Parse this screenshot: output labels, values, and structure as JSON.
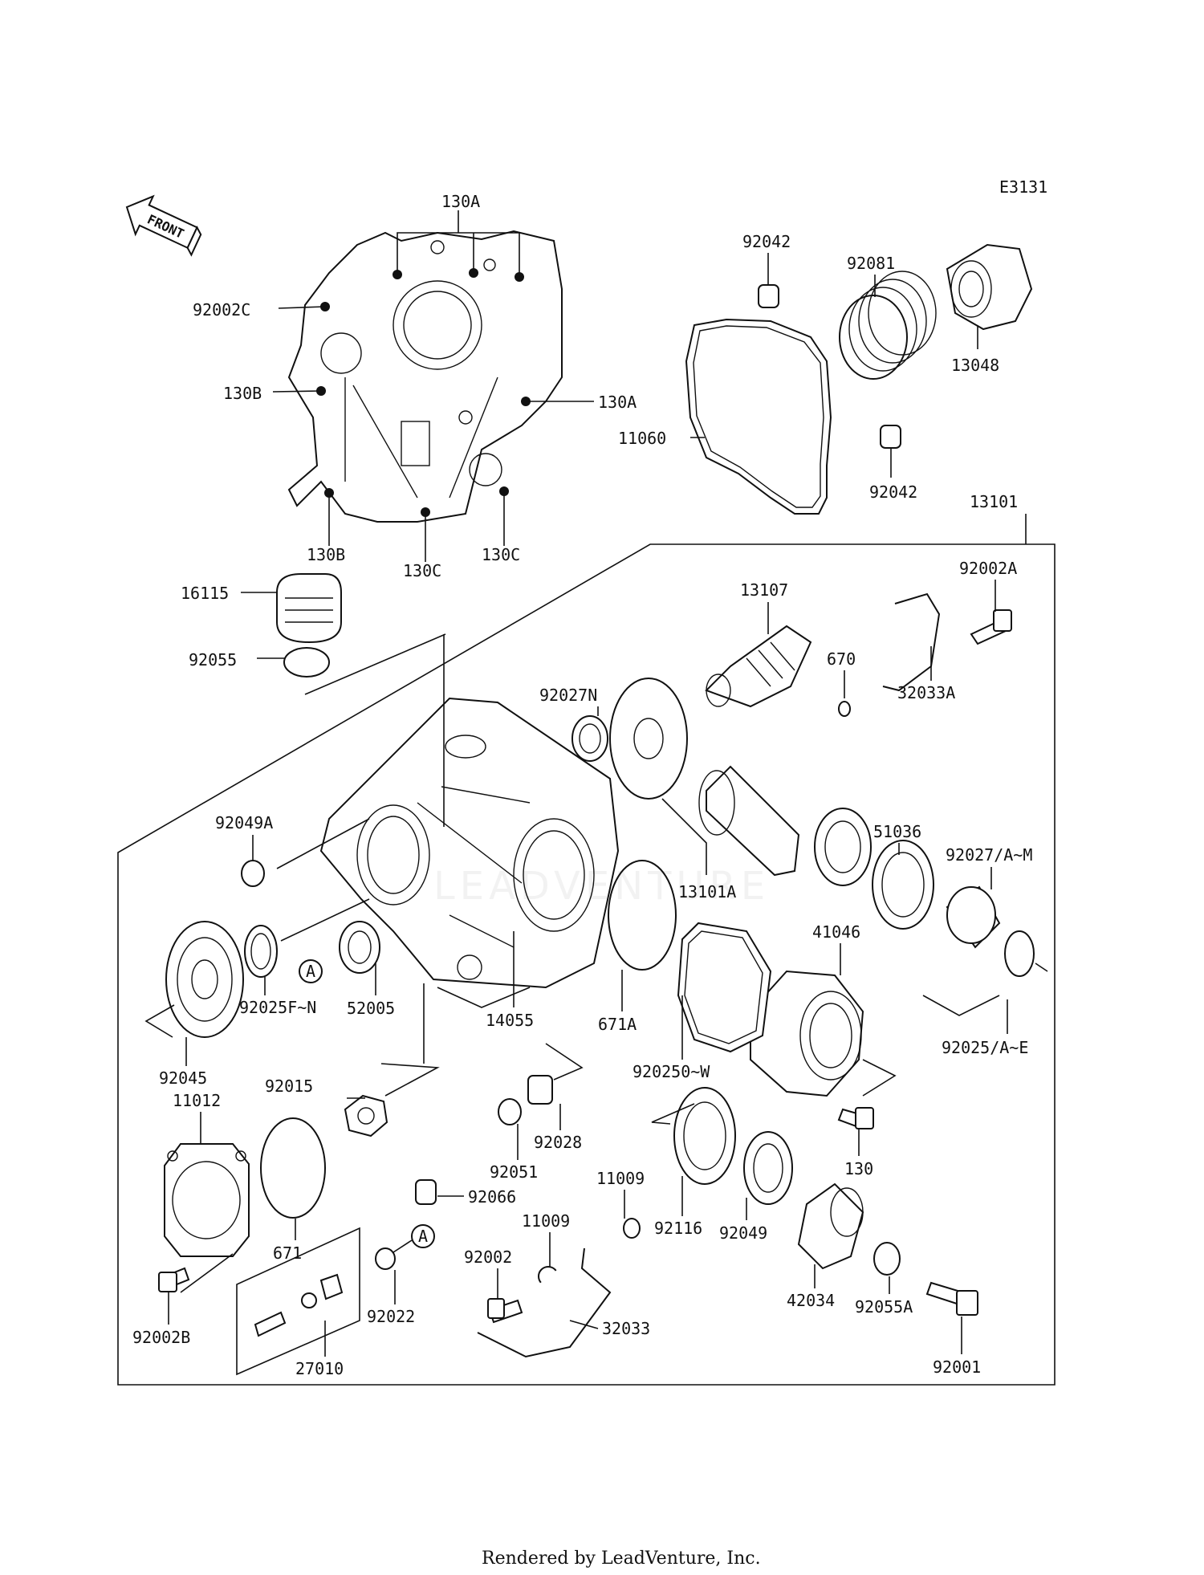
{
  "diagram_code": "E3131",
  "front_label": "FRONT",
  "footer": "Rendered by LeadVenture, Inc.",
  "watermark": "LEADVENTURE",
  "ref_marker": "A",
  "labels": {
    "p130A_top": "130A",
    "p92002C": "92002C",
    "p130B_left": "130B",
    "p130A_right": "130A",
    "p130B_bottom": "130B",
    "p130C_left": "130C",
    "p130C_right": "130C",
    "p92042_top": "92042",
    "p92081": "92081",
    "p13048": "13048",
    "p11060": "11060",
    "p92042_bottom": "92042",
    "p13101": "13101",
    "p16115": "16115",
    "p92055": "92055",
    "p13107": "13107",
    "p92002A": "92002A",
    "p670": "670",
    "p32033A": "32033A",
    "p92027N": "92027N",
    "p92049A": "92049A",
    "p51036": "51036",
    "p13101A": "13101A",
    "p92027AM": "92027/A~M",
    "p41046": "41046",
    "p52005": "52005",
    "p92025FN": "92025F~N",
    "p14055": "14055",
    "p671A": "671A",
    "p92025OW": "920250~W",
    "p92025AE": "92025/A~E",
    "p92045": "92045",
    "p92015": "92015",
    "p11012": "11012",
    "p92028": "92028",
    "p92051": "92051",
    "p130": "130",
    "p11009_a": "11009",
    "p92116": "92116",
    "p92066": "92066",
    "p671": "671",
    "p11009_b": "11009",
    "p92049": "92049",
    "p92002": "92002",
    "p42034": "42034",
    "p92055A": "92055A",
    "p32033": "32033",
    "p92002B": "92002B",
    "p92022": "92022",
    "p27010": "27010",
    "p92001": "92001"
  }
}
